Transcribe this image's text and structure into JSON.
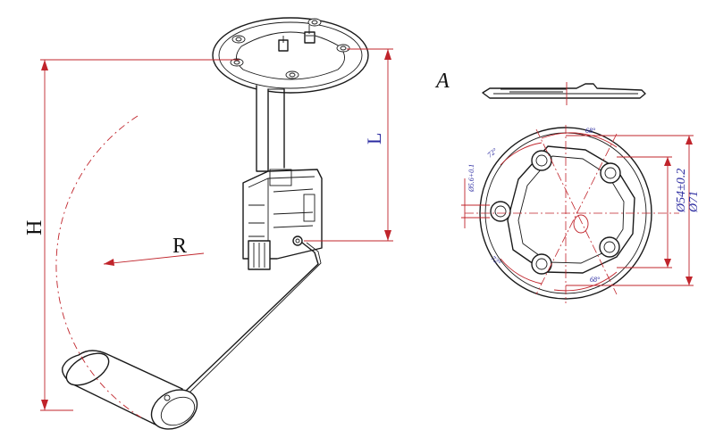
{
  "labels": {
    "height": "H",
    "length": "L",
    "radius": "R",
    "view": "A",
    "dia54": "Ø54±0.2",
    "dia71": "Ø71",
    "hole": "Ø5.6+0.1",
    "ang_top_left": "72°",
    "ang_top_right": "68°",
    "ang_bottom_left": "72°",
    "ang_bottom_right": "68°"
  }
}
